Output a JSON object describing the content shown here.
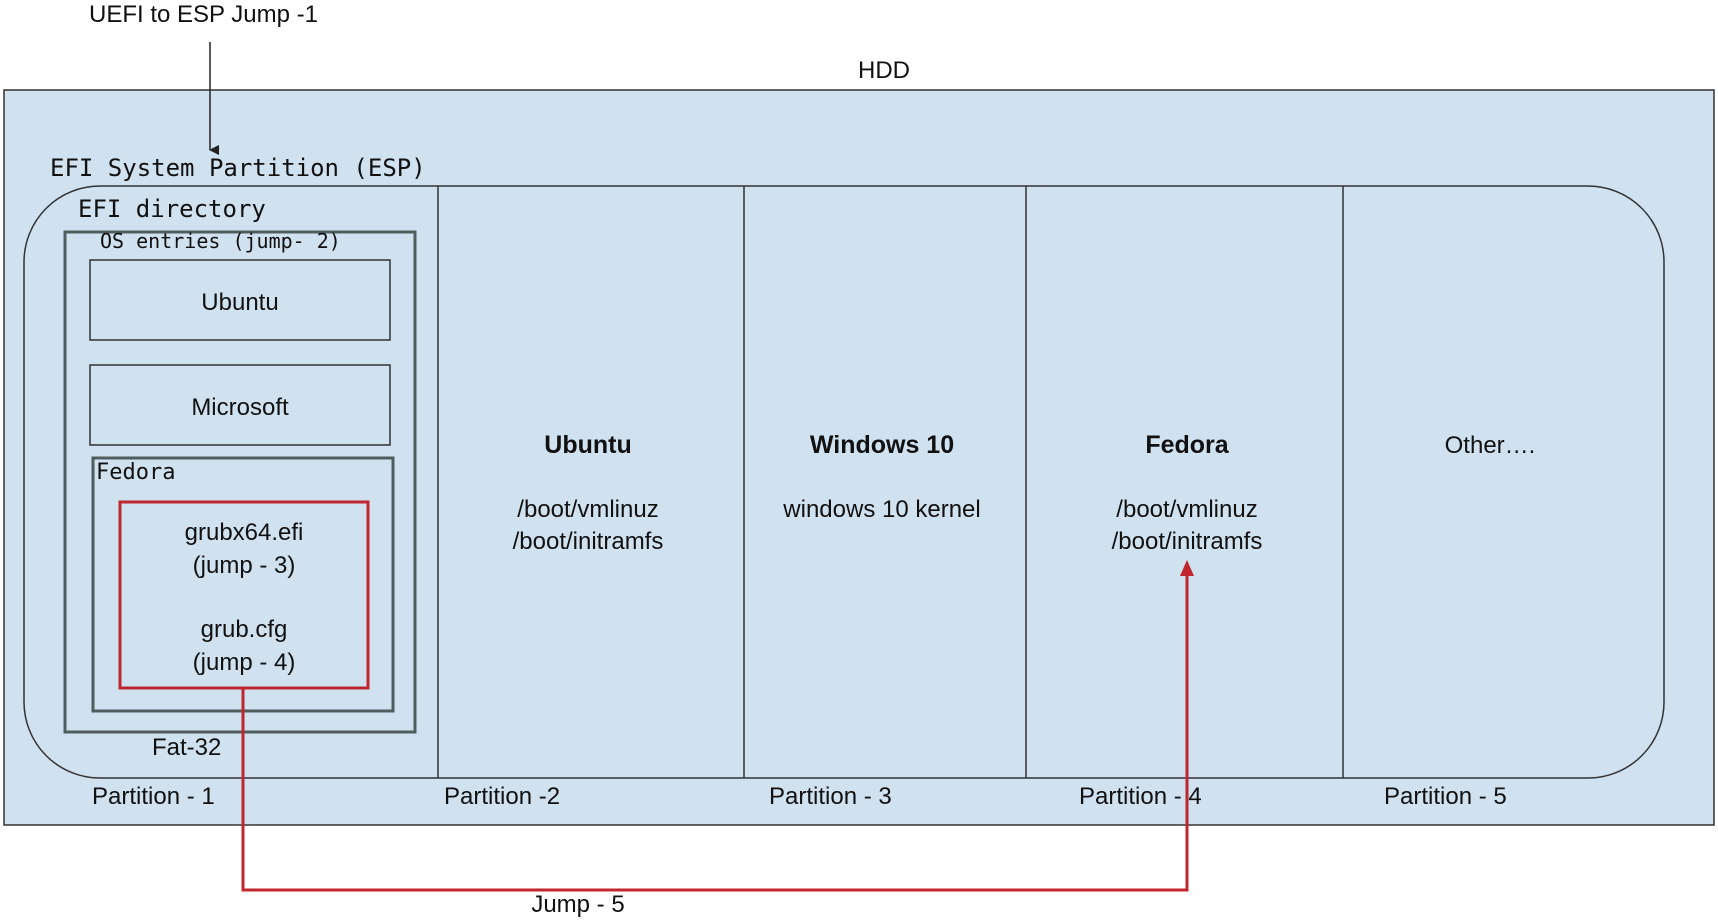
{
  "colors": {
    "hdd_fill": "#d0e1f0",
    "border_dark": "#333333",
    "border_gray": "#4f5d5f",
    "highlight_red": "#c0262d",
    "text": "#111111"
  },
  "top_label": "UEFI to ESP Jump -1",
  "hdd": {
    "title": "HDD"
  },
  "esp": {
    "title": "EFI System Partition (ESP)",
    "efi_dir_label": "EFI directory",
    "os_entries_label": "OS entries (jump- 2)",
    "entries": [
      "Ubuntu",
      "Microsoft"
    ],
    "fedora_label": "Fedora",
    "grub_efi": [
      "grubx64.efi",
      "(jump - 3)"
    ],
    "grub_cfg": [
      "grub.cfg",
      "(jump - 4)"
    ],
    "fs_label": "Fat-32"
  },
  "partitions": [
    {
      "label": "Partition - 1"
    },
    {
      "label": "Partition -2",
      "title": "Ubuntu",
      "lines": [
        "/boot/vmlinuz",
        "/boot/initramfs"
      ]
    },
    {
      "label": "Partition - 3",
      "title": "Windows 10",
      "lines": [
        "windows 10 kernel"
      ]
    },
    {
      "label": "Partition - 4",
      "title": "Fedora",
      "lines": [
        "/boot/vmlinuz",
        "/boot/initramfs"
      ]
    },
    {
      "label": "Partition - 5",
      "other": "Other…."
    }
  ],
  "jump5_label": "Jump - 5",
  "icons": {
    "arrowheads": "triangle-arrowhead"
  }
}
